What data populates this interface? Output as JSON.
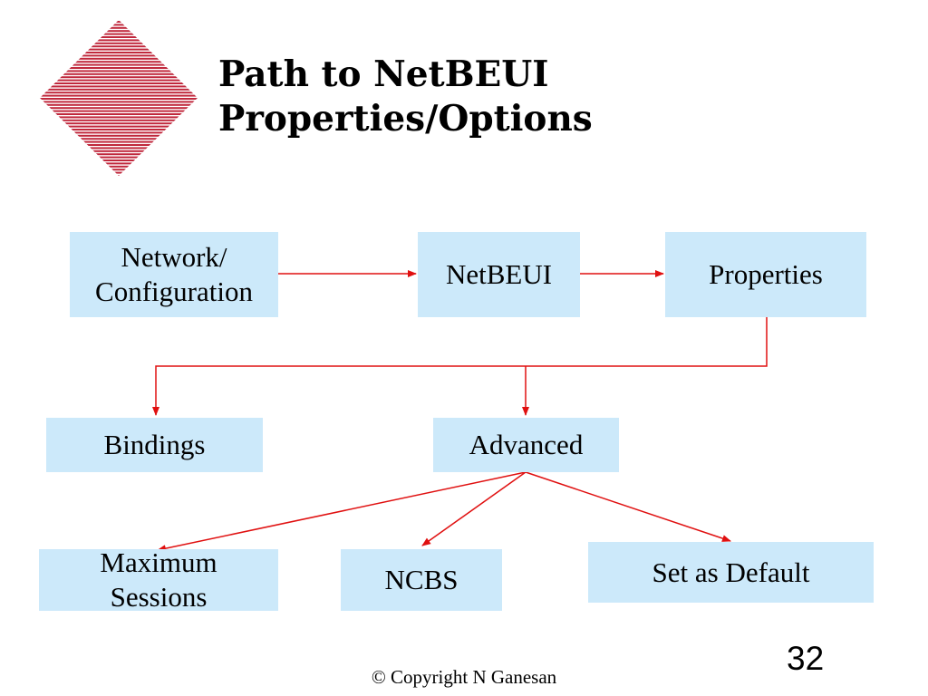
{
  "slide": {
    "title_lines": [
      "Path to NetBEUI",
      "Properties/Options"
    ],
    "copyright": "© Copyright N Ganesan",
    "page_number": "32"
  },
  "logo": {
    "icon": "striped-diamond-logo",
    "color": "#c0283c"
  },
  "diagram": {
    "node_color": "#cce9fa",
    "connector_color": "#e01010",
    "nodes": {
      "network": {
        "lines": [
          "Network/",
          "Configuration"
        ]
      },
      "netbeui": {
        "lines": [
          "NetBEUI"
        ]
      },
      "properties": {
        "lines": [
          "Properties"
        ]
      },
      "bindings": {
        "lines": [
          "Bindings"
        ]
      },
      "advanced": {
        "lines": [
          "Advanced"
        ]
      },
      "max_sessions": {
        "lines": [
          "Maximum",
          "Sessions"
        ]
      },
      "ncbs": {
        "lines": [
          "NCBS"
        ]
      },
      "set_default": {
        "lines": [
          "Set as Default"
        ]
      }
    },
    "edges": [
      {
        "from": "network",
        "to": "netbeui"
      },
      {
        "from": "netbeui",
        "to": "properties"
      },
      {
        "from": "properties",
        "to": "bindings"
      },
      {
        "from": "properties",
        "to": "advanced"
      },
      {
        "from": "advanced",
        "to": "max_sessions"
      },
      {
        "from": "advanced",
        "to": "ncbs"
      },
      {
        "from": "advanced",
        "to": "set_default"
      }
    ]
  }
}
